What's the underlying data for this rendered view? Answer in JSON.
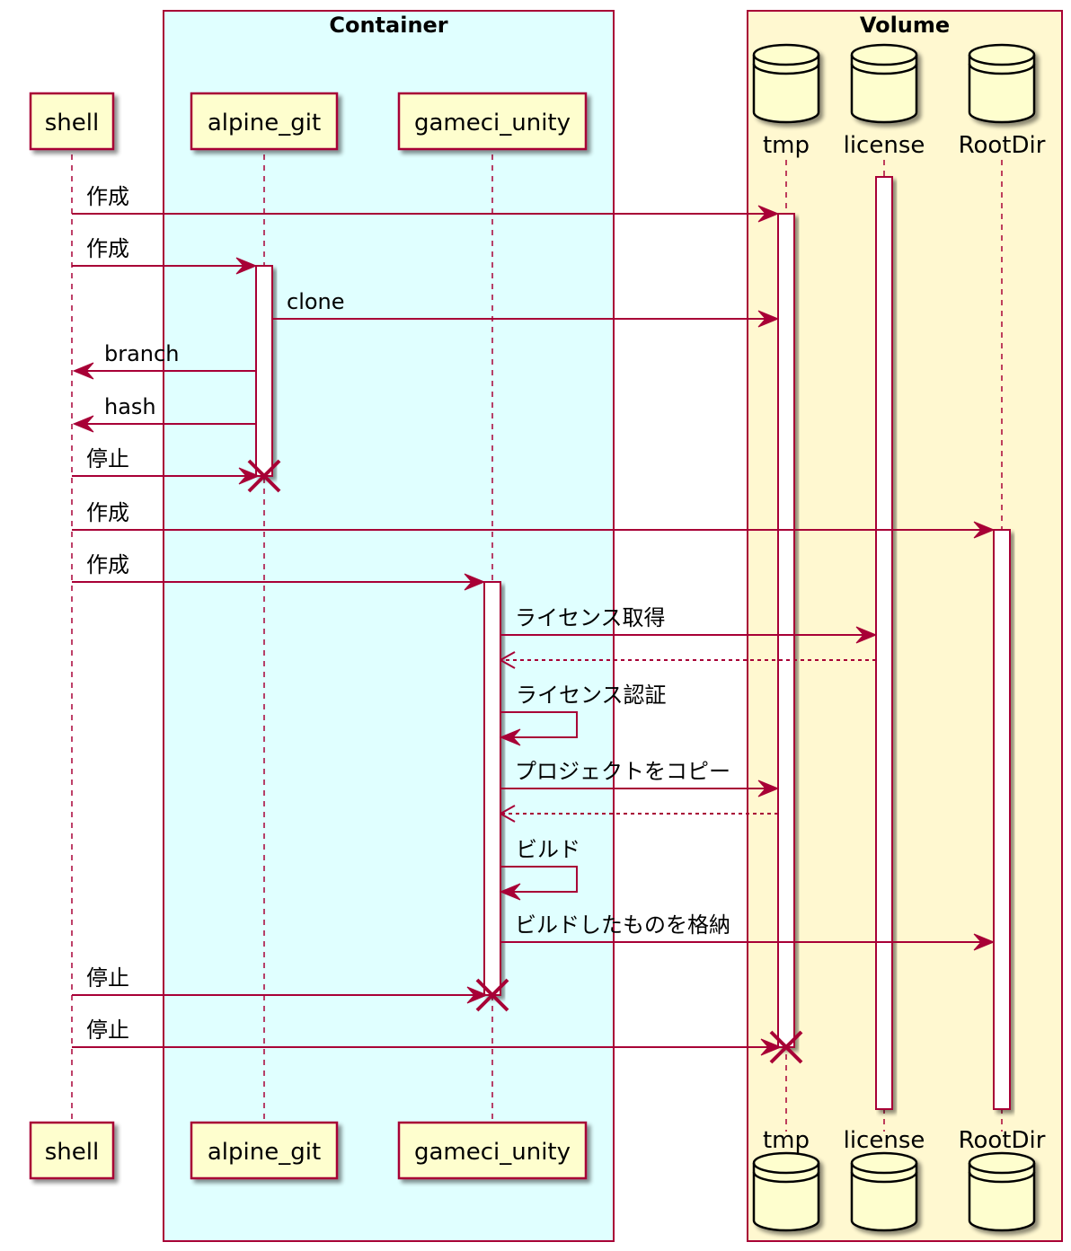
{
  "boxes": [
    {
      "id": "container",
      "title": "Container",
      "fill": "#E0FFFF"
    },
    {
      "id": "volume",
      "title": "Volume",
      "fill": "#FFF8D0"
    }
  ],
  "participants": [
    {
      "id": "shell",
      "label": "shell",
      "kind": "participant"
    },
    {
      "id": "alpine_git",
      "label": "alpine_git",
      "kind": "participant"
    },
    {
      "id": "gameci_unity",
      "label": "gameci_unity",
      "kind": "participant"
    },
    {
      "id": "tmp",
      "label": "tmp",
      "kind": "database"
    },
    {
      "id": "license",
      "label": "license",
      "kind": "database"
    },
    {
      "id": "RootDir",
      "label": "RootDir",
      "kind": "database"
    }
  ],
  "messages": [
    {
      "from": "shell",
      "to": "tmp",
      "label": "作成",
      "style": "solid"
    },
    {
      "from": "shell",
      "to": "alpine_git",
      "label": "作成",
      "style": "solid"
    },
    {
      "from": "alpine_git",
      "to": "tmp",
      "label": "clone",
      "style": "solid"
    },
    {
      "from": "alpine_git",
      "to": "shell",
      "label": "branch",
      "style": "solid"
    },
    {
      "from": "alpine_git",
      "to": "shell",
      "label": "hash",
      "style": "solid"
    },
    {
      "from": "shell",
      "to": "alpine_git",
      "label": "停止",
      "style": "solid",
      "destroy": true
    },
    {
      "from": "shell",
      "to": "RootDir",
      "label": "作成",
      "style": "solid"
    },
    {
      "from": "shell",
      "to": "gameci_unity",
      "label": "作成",
      "style": "solid"
    },
    {
      "from": "gameci_unity",
      "to": "license",
      "label": "ライセンス取得",
      "style": "solid"
    },
    {
      "from": "license",
      "to": "gameci_unity",
      "label": "",
      "style": "dashed"
    },
    {
      "from": "gameci_unity",
      "to": "gameci_unity",
      "label": "ライセンス認証",
      "style": "self"
    },
    {
      "from": "gameci_unity",
      "to": "tmp",
      "label": "プロジェクトをコピー",
      "style": "solid"
    },
    {
      "from": "tmp",
      "to": "gameci_unity",
      "label": "",
      "style": "dashed"
    },
    {
      "from": "gameci_unity",
      "to": "gameci_unity",
      "label": "ビルド",
      "style": "self"
    },
    {
      "from": "gameci_unity",
      "to": "RootDir",
      "label": "ビルドしたものを格納",
      "style": "solid"
    },
    {
      "from": "shell",
      "to": "gameci_unity",
      "label": "停止",
      "style": "solid",
      "destroy": true
    },
    {
      "from": "shell",
      "to": "tmp",
      "label": "停止",
      "style": "solid",
      "destroy": true
    }
  ],
  "colors": {
    "arrow": "#A80036",
    "participant_fill": "#FEFECE",
    "participant_border": "#A80036",
    "shadow": "#9a9a9a",
    "activation_fill": "#FFFFFF"
  }
}
